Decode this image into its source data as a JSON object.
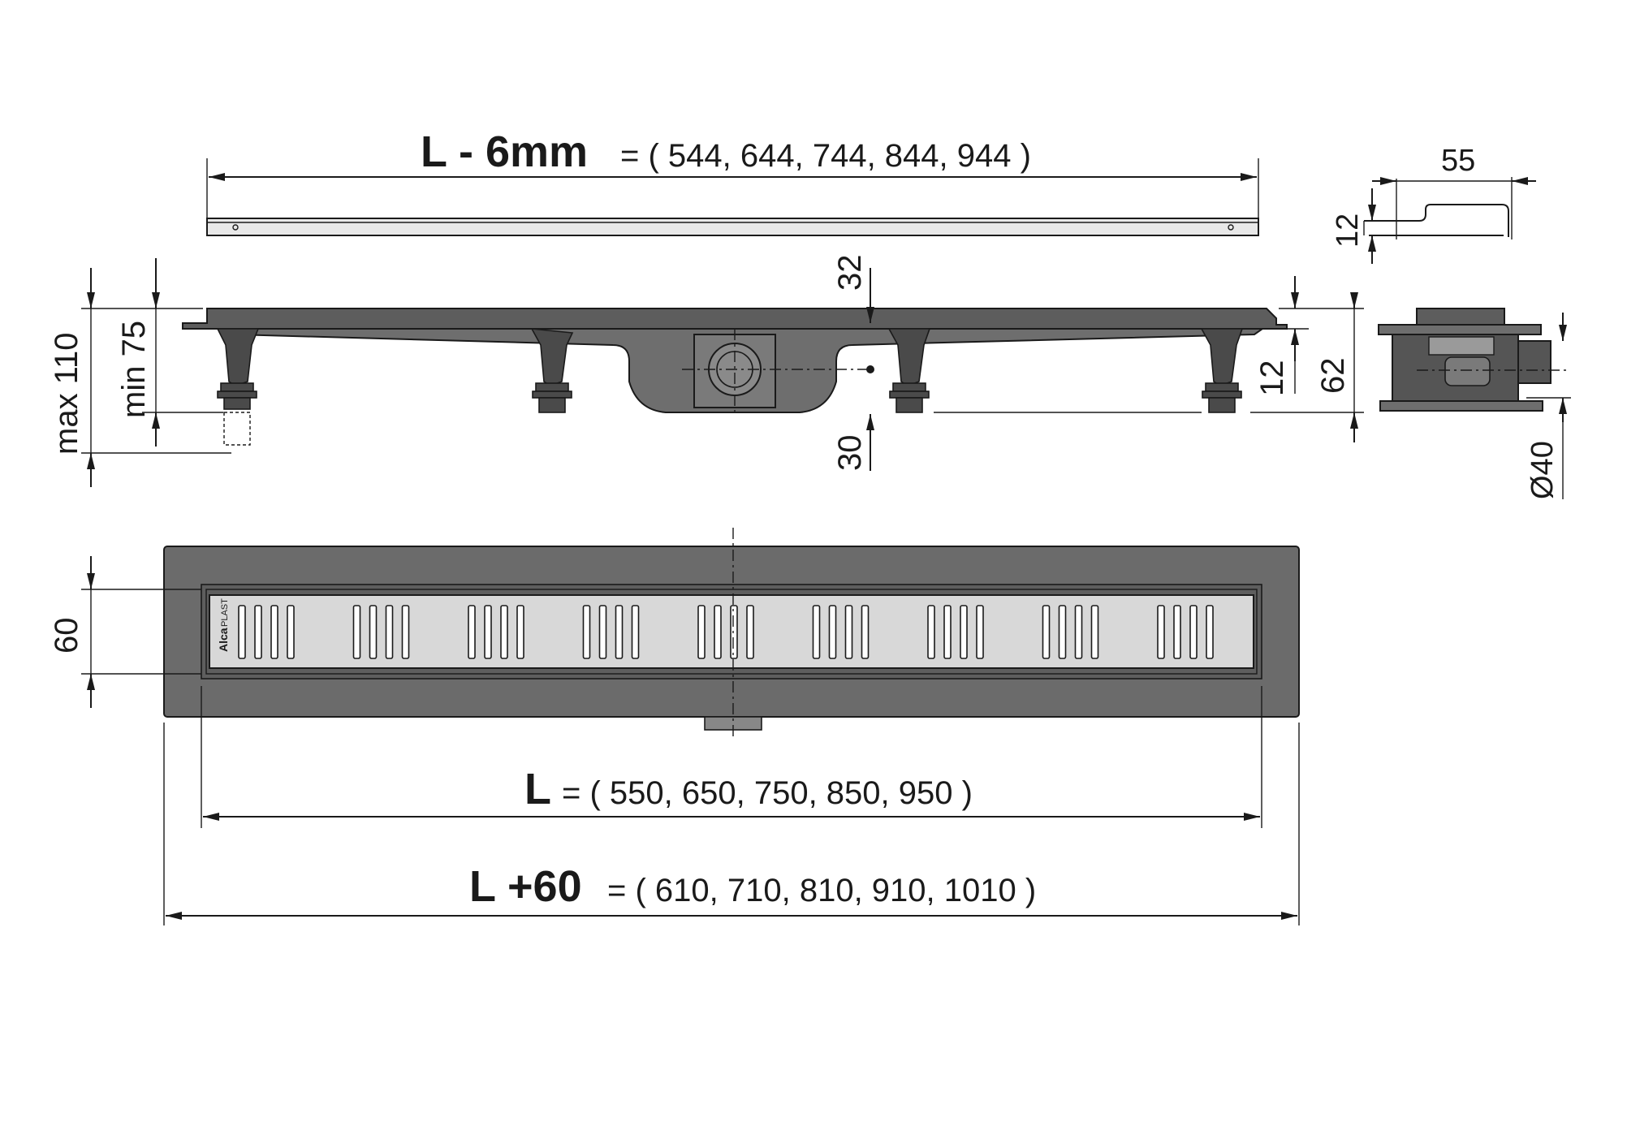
{
  "dimensions": {
    "top_length_main": "L - 6mm",
    "top_length_values": "= ( 544, 644, 744, 844, 944 )",
    "width_55": "55",
    "height_12_top": "12",
    "max_110": "max 110",
    "min_75": "min 75",
    "dim_32": "32",
    "dim_30": "30",
    "dim_12_side": "12",
    "dim_62": "62",
    "dim_diameter_40": "Ø40",
    "dim_60": "60",
    "mid_length_main": "L",
    "mid_length_values": "= ( 550, 650, 750, 850, 950 )",
    "bottom_length_main": "L +60",
    "bottom_length_values": "= ( 610, 710, 810, 910, 1010 )"
  },
  "brand": {
    "logo_main": "Alca",
    "logo_sub": "PLAST"
  },
  "colors": {
    "line": "#1a1a1a",
    "body": "#5d5d5d",
    "grate": "#d8d8d8",
    "background": "#ffffff"
  }
}
